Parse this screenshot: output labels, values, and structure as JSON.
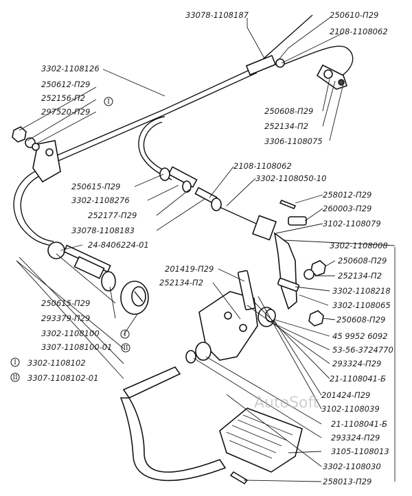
{
  "labels": {
    "l01": "33078-1108187",
    "l02": "250610-П29",
    "l03": "2108-1108062",
    "l04": "3302-1108126",
    "l05": "250612-П29",
    "l06": "252156-П2",
    "l07": "297520-П29",
    "l08": "250608-П29",
    "l09": "252134-П2",
    "l10": "3306-1108075",
    "l11": "2108-1108062",
    "l12": "3302-1108050-10",
    "l13": "250615-П29",
    "l14": "3302-1108276",
    "l15": "252177-П29",
    "l16": "33078-1108183",
    "l17": "258012-П29",
    "l18": "260003-П29",
    "l19": "3102-1108079",
    "l20": "24-8406224-01",
    "l21": "3302-1108008",
    "l22": "250608-П29",
    "l23": "252134-П2",
    "l24": "201419-П29",
    "l25": "252134-П2",
    "l26": "3302-1108218",
    "l27": "3302-1108065",
    "l28": "250608-П29",
    "l29": "250615-П29",
    "l30": "293379-П29",
    "l31": "45 9952 6092",
    "l32": "3302-1108100",
    "l33": "3307-1108100-01",
    "l34": "53-56-3724770",
    "l35": "3302-1108102",
    "l36": "293324-П29",
    "l37": "3307-1108102-01",
    "l38": "21-1108041-Б",
    "l39": "201424-П29",
    "l40": "3102-1108039",
    "l41": "21-1108041-Б",
    "l42": "293324-П29",
    "l43": "3105-1108013",
    "l44": "3302-1108030",
    "l45": "258013-П29"
  },
  "markers": {
    "one": "I",
    "two": "II"
  },
  "watermark": "AutoSoft"
}
